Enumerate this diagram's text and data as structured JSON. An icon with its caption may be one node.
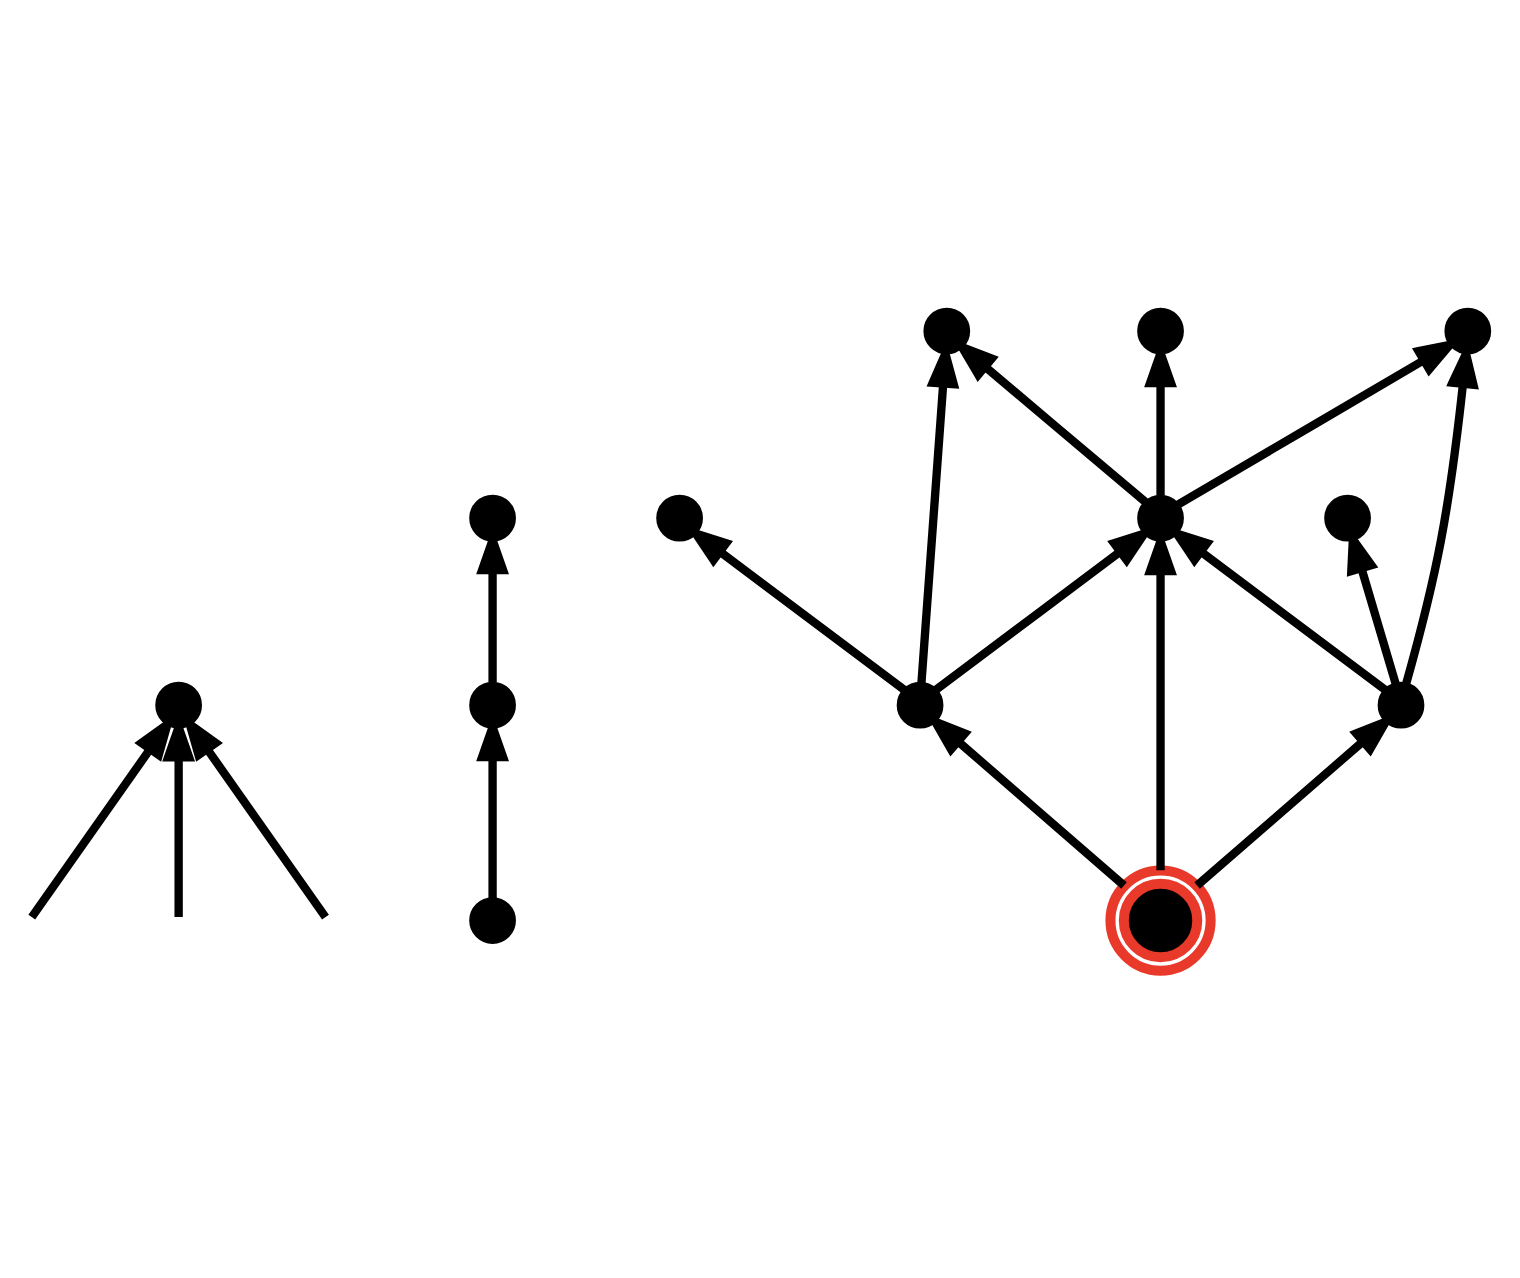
{
  "diagram": {
    "nodes": [
      {
        "text": [],
        "shape": "circle"
      },
      {
        "text": [],
        "shape": "circle"
      },
      {
        "text": [],
        "shape": "circle"
      },
      {
        "text": [],
        "shape": "circle"
      },
      {
        "text": [],
        "shape": "circle"
      },
      {
        "text": [],
        "shape": "circle"
      },
      {
        "text": [],
        "shape": "circle"
      },
      {
        "text": [],
        "shape": "circle"
      },
      {
        "text": [],
        "shape": "circle"
      },
      {
        "text": [],
        "shape": "circle"
      },
      {
        "text": [],
        "shape": "circle"
      },
      {
        "text": [],
        "shape": "circle"
      },
      {
        "text": [],
        "shape": "circle"
      }
    ],
    "edges": [
      {
        "from": null,
        "to": 0,
        "arrow": "to"
      },
      {
        "from": null,
        "to": 0,
        "arrow": "to"
      },
      {
        "from": null,
        "to": 0,
        "arrow": "to"
      },
      {
        "from": 2,
        "to": 1,
        "arrow": "to"
      },
      {
        "from": 3,
        "to": 2,
        "arrow": "to"
      },
      {
        "from": 8,
        "to": 4,
        "arrow": "to"
      },
      {
        "from": 8,
        "to": 5,
        "arrow": "to"
      },
      {
        "from": 9,
        "to": 5,
        "arrow": "to"
      },
      {
        "from": 9,
        "to": 6,
        "arrow": "to"
      },
      {
        "from": 8,
        "to": 7,
        "arrow": "to"
      },
      {
        "from": 9,
        "to": 8,
        "arrow": "to"
      },
      {
        "from": 11,
        "to": 7,
        "arrow": "to"
      },
      {
        "from": 11,
        "to": 8,
        "arrow": "to"
      },
      {
        "from": 12,
        "to": 8,
        "arrow": "to"
      },
      {
        "from": 12,
        "to": 9,
        "arrow": "to"
      },
      {
        "from": 11,
        "to": 10,
        "arrow": "to"
      },
      {
        "from": 12,
        "to": 11,
        "arrow": "to"
      }
    ]
  }
}
